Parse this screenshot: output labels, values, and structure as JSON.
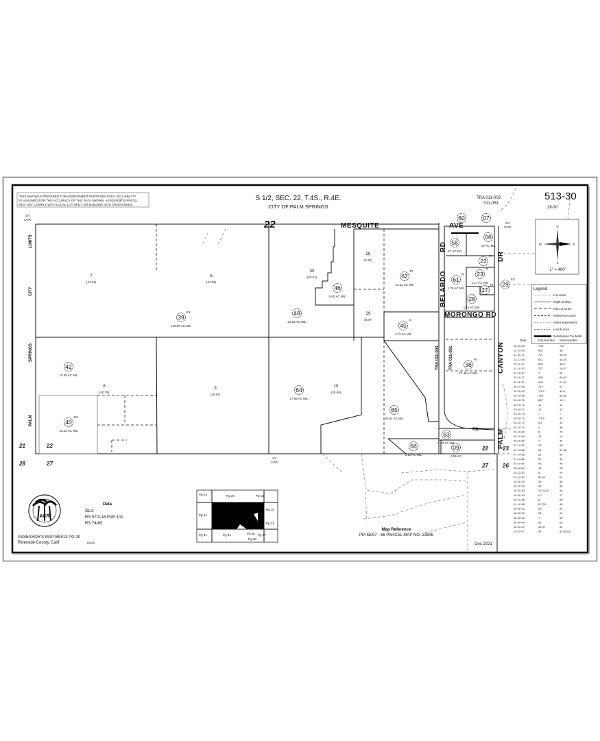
{
  "map": {
    "disclaimer": [
      "THIS MAP WAS PREPARED FOR ASSESSMENT PURPOSES ONLY. NO LIABILITY",
      "IS ASSUMED FOR THE ACCURACY OF THE DATA SHOWN. ASSESSOR'S PARCEL",
      "MAY NOT COMPLY WITH LOCAL LOT-SPLIT OR BUILDING SITE ORDINANCES."
    ],
    "title": "S 1/2, SEC. 22, T.4S., R.4E.",
    "subtitle": "CITY OF PALM SPRINGS",
    "tra": [
      "TRA 011-003",
      "011-051"
    ],
    "book_page": "513-30",
    "adjacent_page": "29-30",
    "scale": "1\" = 400'",
    "compass": {
      "n": "N",
      "s": "S",
      "e": "E",
      "w": "W"
    },
    "corner_label": [
      "1/4",
      "COR"
    ],
    "section_big": "22",
    "sections": [
      "21",
      "22",
      "28",
      "27",
      "22",
      "23",
      "27",
      "26"
    ],
    "streets": {
      "mesquite": "MESQUITE",
      "ave": "AVE",
      "belardo": "BELARDO",
      "rd": "RD",
      "morongo": "MORONGO RD",
      "canyon": "CANYON",
      "palm": "PALM",
      "dr": "DR",
      "road_rd": "RD"
    },
    "city_limits": [
      "LIMITS",
      "CITY",
      "SPRINGS",
      "PALM"
    ],
    "tra_lines": [
      "TRA 011-003",
      "TRA 011-051"
    ],
    "parcels": [
      {
        "num": "39",
        "area": "119.80 AC M/L",
        "tag": "EX"
      },
      {
        "num": "42",
        "area": "10.39 AC M/L",
        "tag": ""
      },
      {
        "num": "40",
        "area": "16.23 AC M/L",
        "tag": "EX"
      },
      {
        "num": "46",
        "area": "6.80 AC M/L",
        "tag": ""
      },
      {
        "num": "48",
        "area": "23.34 AC M/L",
        "tag": ""
      },
      {
        "num": "62",
        "area": "24.31 AC M/L",
        "tag": "PI"
      },
      {
        "num": "45",
        "area": "4.71 AC M/L",
        "tag": "PI"
      },
      {
        "num": "64",
        "area": "27.65 AC M/L",
        "tag": ""
      },
      {
        "num": "65",
        "area": "25.81 AC M/L",
        "tag": ""
      },
      {
        "num": "66",
        "area": "3.10 AC M/L",
        "tag": ""
      },
      {
        "num": "09",
        "area": "2.55 AC",
        "tag": ""
      },
      {
        "num": "63",
        "area": "1.57 AC M/L",
        "tag": ""
      },
      {
        "num": "38",
        "area": "17.48 AC M/L",
        "tag": "PI"
      },
      {
        "num": "61",
        "area": "1.76 AC M/L",
        "tag": "PI"
      },
      {
        "num": "28",
        "area": "1.15 AC M/L",
        "tag": ""
      },
      {
        "num": "27",
        "area": "",
        "tag": "PI"
      },
      {
        "num": "23",
        "area": "1.17 AC M/L",
        "tag": "PI"
      },
      {
        "num": "22",
        "area": "",
        "tag": "PI"
      },
      {
        "num": "58",
        "area": ".87 AC M/L",
        "tag": ""
      },
      {
        "num": "06",
        "area": ".37 AC M/L",
        "tag": ""
      },
      {
        "num": "60",
        "area": "",
        "tag": ""
      },
      {
        "num": "07",
        "area": "",
        "tag": ""
      },
      {
        "num": "29",
        "area": "",
        "tag": "EX"
      }
    ],
    "lots": [
      {
        "num": "7",
        "area": "(41.11)"
      },
      {
        "num": "6",
        "area": "(41.52)"
      },
      {
        "num": "8",
        "area": "(40.78)"
      },
      {
        "num": "9",
        "area": "(40.87)"
      },
      {
        "num": "10",
        "area": "(20.00)"
      },
      {
        "num": "30",
        "area": "(20.01)"
      },
      {
        "num": "28",
        "area": "(1.97)"
      },
      {
        "num": "29",
        "area": "(6.87)"
      }
    ],
    "legend": {
      "title": "Legend",
      "items": [
        "Lot Lines",
        "Right of Way",
        "Old Lot Lines",
        "Reference Lines",
        "Other Easements",
        "Leach Area",
        "Subdivision Tie Mark"
      ]
    },
    "table": {
      "headers": [
        "Date",
        "Old Number",
        "New Number"
      ],
      "rows": [
        [
          "12-15-93",
          "735",
          "787"
        ],
        [
          "12-15-93",
          "632",
          "38"
        ],
        [
          "01-30-71",
          "711",
          "39,40"
        ],
        [
          "12-17-94",
          "611",
          "40,49"
        ],
        [
          "03-11-97",
          "634",
          "48,4"
        ],
        [
          "01-10-97",
          "737",
          "76,57"
        ],
        [
          "01-10-97",
          "2",
          "64"
        ],
        [
          "03-10-71",
          "408",
          "60,62"
        ],
        [
          "11-11-93",
          "609",
          "61,61"
        ],
        [
          "10-14-93",
          "714",
          "21"
        ],
        [
          "12-15-93",
          "7,8,9",
          "41,6"
        ],
        [
          "12-15-93",
          "738",
          "62,63"
        ],
        [
          "01-10-71",
          "637",
          "11,1"
        ],
        [
          "03-10-71",
          "11",
          "12"
        ],
        [
          "03-10-71",
          "12",
          "13"
        ],
        [
          "03-10-74",
          "7",
          "7"
        ],
        [
          "03-10-71",
          "7,8,9",
          "42"
        ],
        [
          "03-10-71",
          "6,5",
          "43"
        ],
        [
          "03-10-71",
          "2",
          "38"
        ],
        [
          "03-10-82",
          "6",
          "29"
        ],
        [
          "03-10-84",
          "13",
          "14"
        ],
        [
          "03-10-87",
          "7",
          "44"
        ],
        [
          "07-14-82",
          "23",
          "58"
        ],
        [
          "07-14-82",
          "24",
          "57,58"
        ],
        [
          "07-14-82",
          "22",
          "59"
        ],
        [
          "07-14-82",
          "37",
          "41"
        ],
        [
          "03-10-87",
          "41",
          "45"
        ],
        [
          "03-12-87",
          "14",
          "28"
        ],
        [
          "03-12-87",
          "6",
          "29"
        ],
        [
          "07-12-87",
          "42,43",
          "61"
        ],
        [
          "10-20-93",
          "33",
          "58"
        ],
        [
          "10-20-93",
          "45",
          "58"
        ],
        [
          "10-20-93",
          "23,24,30",
          "56"
        ],
        [
          "10-20-93",
          "6,7",
          "27"
        ],
        [
          "10-10-95",
          "6",
          "28"
        ],
        [
          "01-10-98",
          "6,7,20",
          "48"
        ],
        [
          "10-20-02",
          "23",
          "61"
        ],
        [
          "10-20-02",
          "25",
          "62"
        ],
        [
          "10-20-02",
          "7",
          "63"
        ],
        [
          "10-30-04",
          "62",
          "65"
        ],
        [
          "10-20-07",
          "30,31",
          "64"
        ],
        [
          "10-20-07",
          "24",
          "64,65,66"
        ]
      ]
    },
    "footer": {
      "data_title": "Data",
      "data_lines": [
        "OLO",
        "RS 57/3-16 PAR 101",
        "RS 74/80"
      ],
      "book_line": "ASSESSOR'S MAP BK513 PG 30",
      "county": "Riverside County, Calif.",
      "signature": "jaaaa",
      "map_ref_title": "Map Reference",
      "map_ref": "PM 55/97 - 66   PARCEL MAP NO. 13806",
      "date": "Dec 2021"
    },
    "key_map": [
      "Pg 23",
      "Pg 25",
      "Pg 16",
      "Pg 24",
      "Pg 31",
      "Pg 34",
      "Pg 35",
      "Pg 17",
      "Pg 38",
      "Pg 19",
      "Pg 34"
    ]
  }
}
